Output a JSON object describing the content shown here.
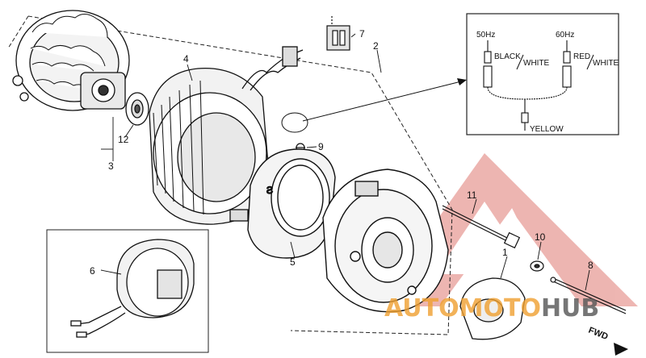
{
  "callouts": {
    "c1": "1",
    "c2": "2",
    "c3": "3",
    "c4": "4",
    "c5": "5",
    "c6": "6",
    "c7": "7",
    "c8": "8",
    "c9": "9",
    "c10": "10",
    "c11": "11",
    "c12": "12"
  },
  "wiring_inset": {
    "freq_left": "50Hz",
    "freq_right": "60Hz",
    "wire_left_a": "BLACK",
    "wire_left_b": "WHITE",
    "wire_right_a": "RED",
    "wire_right_b": "WHITE",
    "wire_common": "YELLOW"
  },
  "direction": {
    "label": "FWD"
  },
  "watermark": {
    "text_auto": "AUTO",
    "text_moto": "MOTO",
    "text_hub": "HUB",
    "color_red": "#d9534f",
    "color_orange": "#f0a030",
    "color_grey": "#555555"
  }
}
